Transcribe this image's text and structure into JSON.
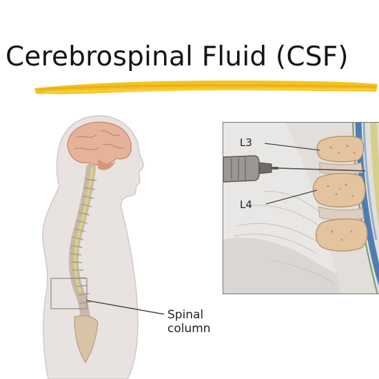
{
  "slide": {
    "title": "Cerebrospinal Fluid (CSF)"
  },
  "figure": {
    "spinal_column_label_line1": "Spinal",
    "spinal_column_label_line2": "column",
    "vertebra_upper_label": "L3",
    "vertebra_lower_label": "L4"
  },
  "colors": {
    "highlight": "#f2bf1c",
    "body_silhouette": "#e8e3e0",
    "brain": "#e6b29a",
    "spinal_cord": "#d8d47a",
    "vertebra": "#e4c49e",
    "fluid_channel": "#4e7db0"
  },
  "icons": {
    "needle": "syringe-icon"
  }
}
